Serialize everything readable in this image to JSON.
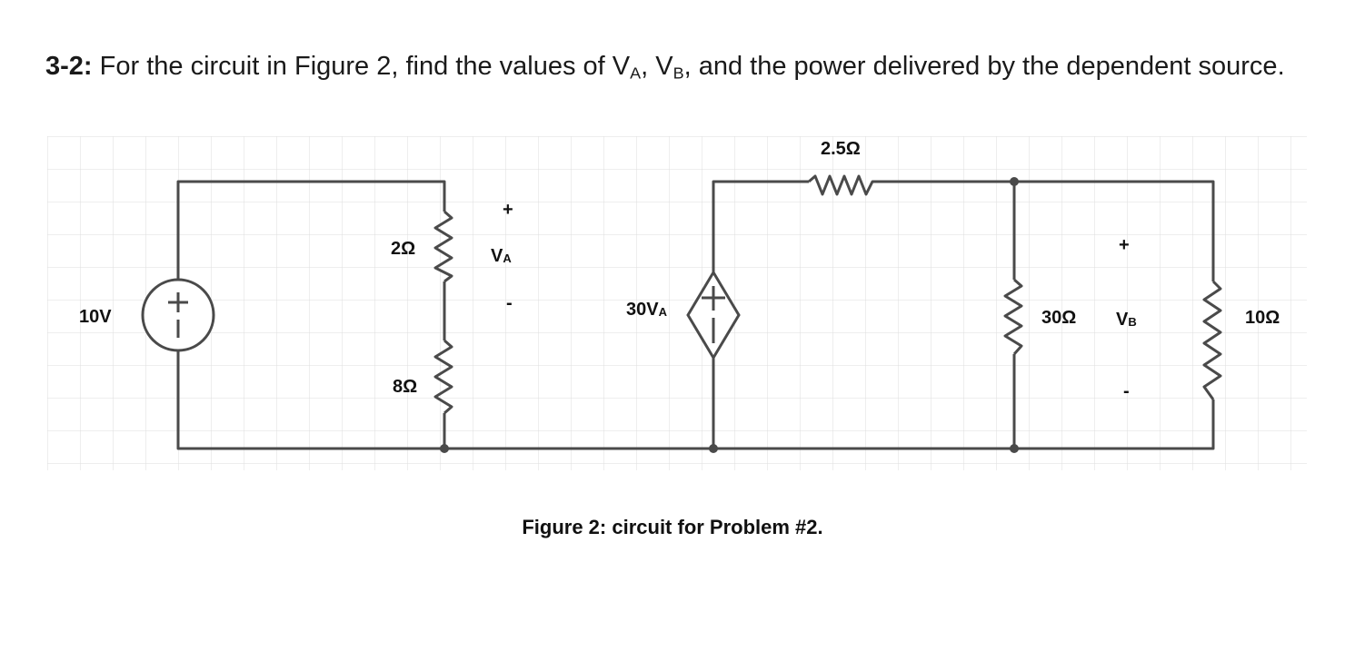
{
  "problem": {
    "number": "3-2:",
    "text_1": " For the circuit in Figure 2, find the values of V",
    "sub_a": "A",
    "text_2": ", V",
    "sub_b": "B",
    "text_3": ", and the power delivered by the dependent source."
  },
  "circuit": {
    "source_voltage": "10V",
    "r_2": "2Ω",
    "r_8": "8Ω",
    "va_plus": "+",
    "va_main": "V",
    "va_sub": "A",
    "va_minus": "-",
    "dep_main": "30V",
    "dep_sub": "A",
    "r_2_5": "2.5Ω",
    "r_30": "30Ω",
    "vb_plus": "+",
    "vb_main": "V",
    "vb_sub": "B",
    "vb_minus": "-",
    "r_10": "10Ω"
  },
  "caption": "Figure 2: circuit for Problem #2."
}
